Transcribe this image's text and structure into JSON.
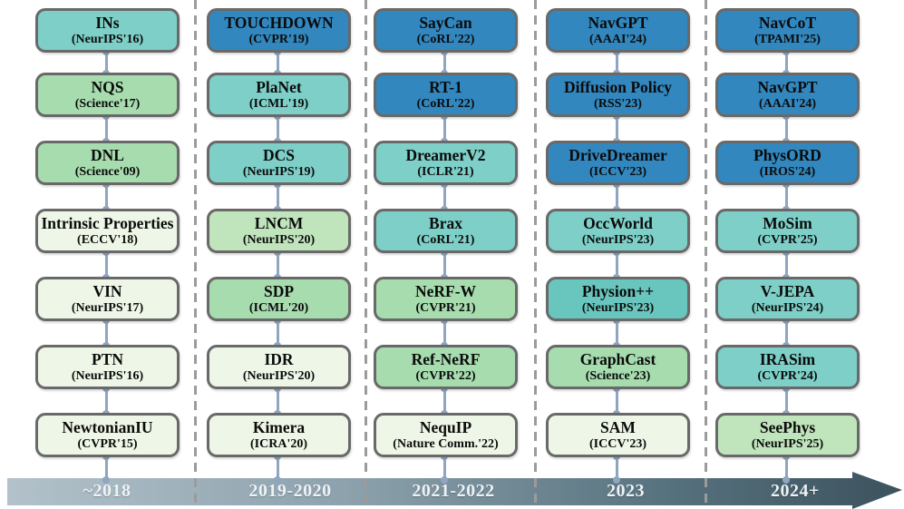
{
  "figure": {
    "type": "timeline-diagram",
    "columns": [
      {
        "period": "~2018",
        "items": [
          {
            "title": "INs",
            "venue": "(NeurIPS'16)",
            "color": "teal"
          },
          {
            "title": "NQS",
            "venue": "(Science'17)",
            "color": "green"
          },
          {
            "title": "DNL",
            "venue": "(Science'09)",
            "color": "green"
          },
          {
            "title": "Intrinsic Properties",
            "venue": "(ECCV'18)",
            "color": "pale"
          },
          {
            "title": "VIN",
            "venue": "(NeurIPS'17)",
            "color": "pale"
          },
          {
            "title": "PTN",
            "venue": "(NeurIPS'16)",
            "color": "pale"
          },
          {
            "title": "NewtonianIU",
            "venue": "(CVPR'15)",
            "color": "pale"
          }
        ]
      },
      {
        "period": "2019-2020",
        "items": [
          {
            "title": "TOUCHDOWN",
            "venue": "(CVPR'19)",
            "color": "blue"
          },
          {
            "title": "PlaNet",
            "venue": "(ICML'19)",
            "color": "teal"
          },
          {
            "title": "DCS",
            "venue": "(NeurIPS'19)",
            "color": "teal"
          },
          {
            "title": "LNCM",
            "venue": "(NeurIPS'20)",
            "color": "green-light"
          },
          {
            "title": "SDP",
            "venue": "(ICML'20)",
            "color": "green"
          },
          {
            "title": "IDR",
            "venue": "(NeurIPS'20)",
            "color": "pale"
          },
          {
            "title": "Kimera",
            "venue": "(ICRA'20)",
            "color": "pale"
          }
        ]
      },
      {
        "period": "2021-2022",
        "items": [
          {
            "title": "SayCan",
            "venue": "(CoRL'22)",
            "color": "blue"
          },
          {
            "title": "RT-1",
            "venue": "(CoRL'22)",
            "color": "blue"
          },
          {
            "title": "DreamerV2",
            "venue": "(ICLR'21)",
            "color": "teal"
          },
          {
            "title": "Brax",
            "venue": "(CoRL'21)",
            "color": "teal"
          },
          {
            "title": "NeRF-W",
            "venue": "(CVPR'21)",
            "color": "green"
          },
          {
            "title": "Ref-NeRF",
            "venue": "(CVPR'22)",
            "color": "green"
          },
          {
            "title": "NequIP",
            "venue": "(Nature Comm.'22)",
            "color": "pale"
          }
        ]
      },
      {
        "period": "2023",
        "items": [
          {
            "title": "NavGPT",
            "venue": "(AAAI'24)",
            "color": "blue"
          },
          {
            "title": "Diffusion Policy",
            "venue": "(RSS'23)",
            "color": "blue"
          },
          {
            "title": "DriveDreamer",
            "venue": "(ICCV'23)",
            "color": "blue"
          },
          {
            "title": "OccWorld",
            "venue": "(NeurIPS'23)",
            "color": "teal"
          },
          {
            "title": "Physion++",
            "venue": "(NeurIPS'23)",
            "color": "teal-dark"
          },
          {
            "title": "GraphCast",
            "venue": "(Science'23)",
            "color": "green"
          },
          {
            "title": "SAM",
            "venue": "(ICCV'23)",
            "color": "pale"
          }
        ]
      },
      {
        "period": "2024+",
        "items": [
          {
            "title": "NavCoT",
            "venue": "(TPAMI'25)",
            "color": "blue"
          },
          {
            "title": "NavGPT",
            "venue": "(AAAI'24)",
            "color": "blue"
          },
          {
            "title": "PhysORD",
            "venue": "(IROS'24)",
            "color": "blue"
          },
          {
            "title": "MoSim",
            "venue": "(CVPR'25)",
            "color": "teal"
          },
          {
            "title": "V-JEPA",
            "venue": "(NeurIPS'24)",
            "color": "teal"
          },
          {
            "title": "IRASim",
            "venue": "(CVPR'24)",
            "color": "teal"
          },
          {
            "title": "SeePhys",
            "venue": "(NeurIPS'25)",
            "color": "green-light"
          }
        ]
      }
    ]
  },
  "palette": {
    "blue": "#3287bf",
    "teal": "#7dcfc7",
    "teal-dark": "#69c6be",
    "green": "#a6dcae",
    "green-light": "#c0e5bc",
    "pale": "#eef7e7",
    "box_border": "#696969",
    "connector": "#8fa5c0",
    "separator": "#9b9b9b",
    "bar_gradient": [
      "#b3c2cb",
      "#8da2ad",
      "#55707d",
      "#3c525d"
    ],
    "bar_label_color": "#edf2f5"
  }
}
